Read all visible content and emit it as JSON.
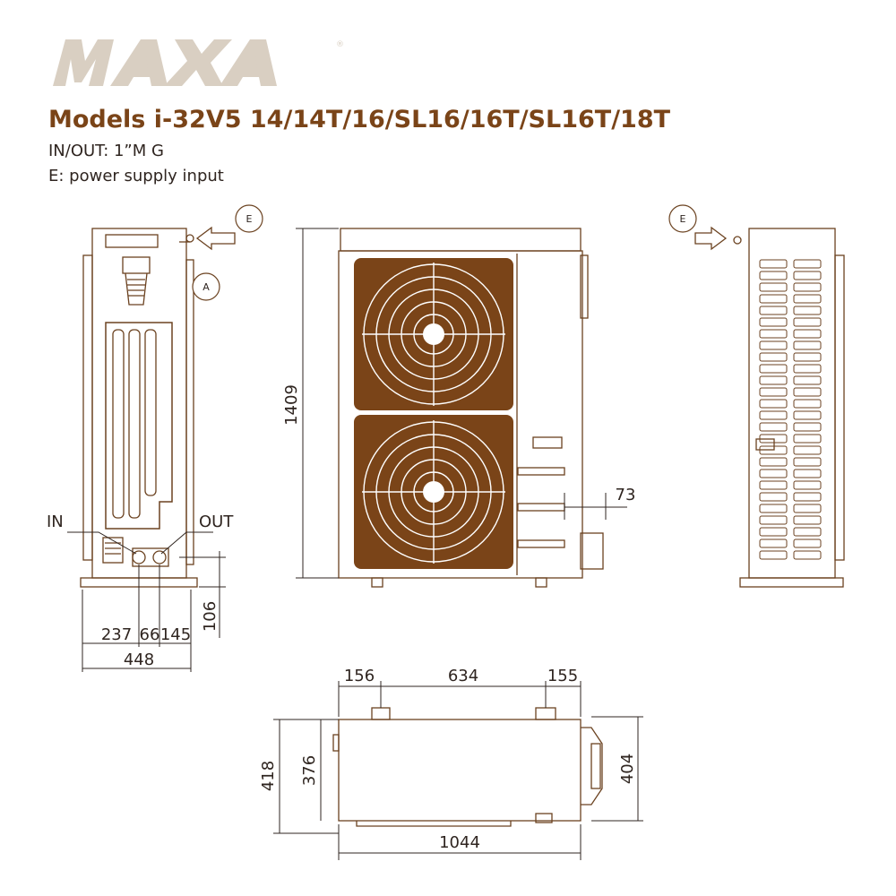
{
  "logo": {
    "text": "MAXA"
  },
  "header": {
    "title": "Models i-32V5 14/14T/16/SL16/16T/SL16T/18T",
    "line1": "IN/OUT: 1”M G",
    "line2": "E: power supply input"
  },
  "callouts": {
    "e_left": "E",
    "e_right": "E",
    "a": "A"
  },
  "side_labels": {
    "in": "IN",
    "out": "OUT"
  },
  "dimensions": {
    "height": "1409",
    "offset": "73",
    "base": "106",
    "w237": "237",
    "w66": "66",
    "w145": "145",
    "depth": "448",
    "t156": "156",
    "t634": "634",
    "t155": "155",
    "d418": "418",
    "d376": "376",
    "d404": "404",
    "width": "1044"
  },
  "colors": {
    "brown": "#7a4418",
    "line": "#6b4220",
    "logo": "#d9cfc2"
  }
}
